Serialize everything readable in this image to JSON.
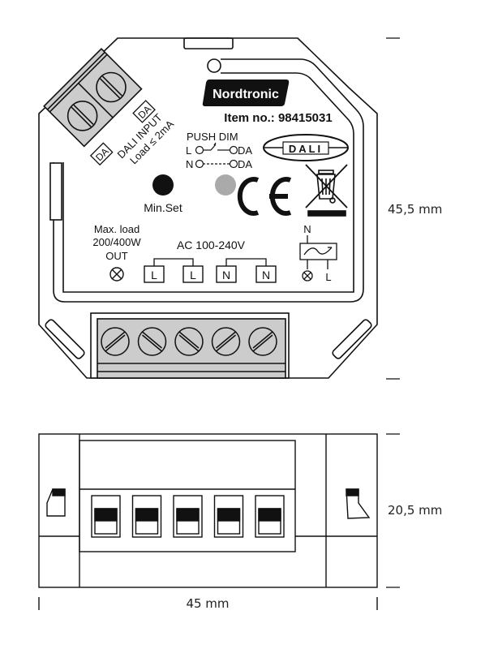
{
  "brand": {
    "logo_text": "Nordtronic"
  },
  "label": {
    "item_number": "Item no.: 98415031",
    "push_dim": {
      "title": "PUSH DIM",
      "line1_left": "L",
      "line1_right": "DA",
      "line2_left": "N",
      "line2_right": "DA"
    },
    "dali_logo": "DALI",
    "ce_mark": "CE",
    "min_set": "Min.Set",
    "dali_input": {
      "title": "DALI INPUT",
      "load": "Load ≤ 2mA",
      "terminals": [
        "DA",
        "DA"
      ]
    },
    "max_load": {
      "line1": "Max. load",
      "line2": "200/400W",
      "line3": "OUT"
    },
    "supply": "AC 100-240V",
    "terminals": [
      "L",
      "L",
      "N",
      "N"
    ],
    "dimmer_symbol": {
      "top": "N",
      "right": "L"
    }
  },
  "icons": {
    "ce": "ce-mark-icon",
    "weee": "crossed-bin-icon",
    "lamp": "lamp-output-icon",
    "dimmer": "dimmer-symbol-icon"
  },
  "colors": {
    "line": "#111111",
    "terminal_gray": "#cccccc",
    "indicator_gray": "#aaaaaa"
  },
  "dimensions": {
    "height": "45,5 mm",
    "depth": "20,5 mm",
    "width": "45 mm"
  }
}
